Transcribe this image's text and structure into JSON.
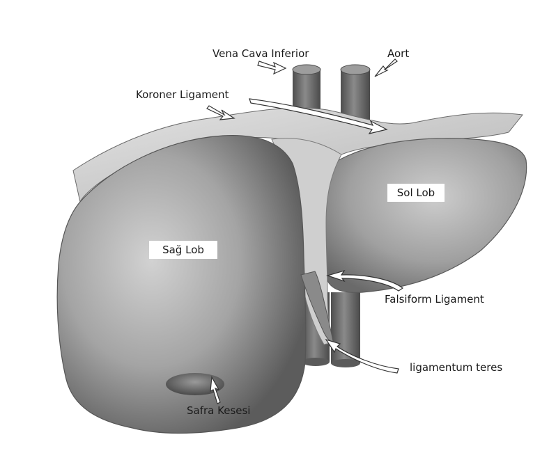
{
  "labels": {
    "vena_cava": "Vena Cava Inferior",
    "aort": "Aort",
    "koroner": "Koroner Ligament",
    "sol_lob": "Sol Lob",
    "sag_lob": "Sağ Lob",
    "falsiform": "Falsiform Ligament",
    "teres": "ligamentum teres",
    "safra": "Safra Kesesi"
  },
  "colors": {
    "background": "#ffffff",
    "liver_mid": "#9a9a9a",
    "liver_highlight": "#cfcfcf",
    "liver_shadow": "#5e5e5e",
    "ligament": "#c9c9c9",
    "vessel": "#6d6d6d",
    "label_box": "#ffffff",
    "text": "#1a1a1a"
  }
}
